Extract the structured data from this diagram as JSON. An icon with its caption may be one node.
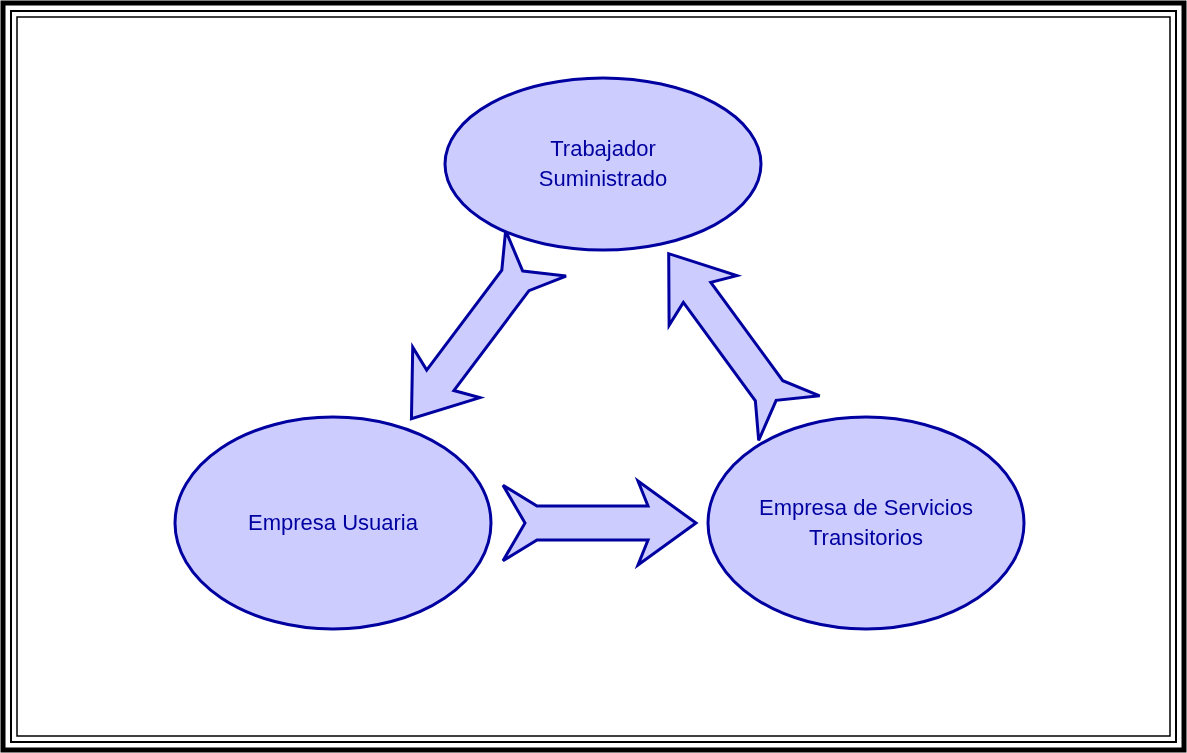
{
  "diagram": {
    "nodes": [
      {
        "text": [
          "Trabajador Suministrado"
        ]
      },
      {
        "text": [
          "Empresa Usuaria"
        ]
      },
      {
        "text": [
          "Empresa de Servicios Transitorios"
        ]
      }
    ],
    "edges": [
      {
        "from": 0,
        "to": 1,
        "arrow": "to"
      },
      {
        "from": 1,
        "to": 2,
        "arrow": "to"
      },
      {
        "from": 2,
        "to": 0,
        "arrow": "to"
      }
    ]
  }
}
